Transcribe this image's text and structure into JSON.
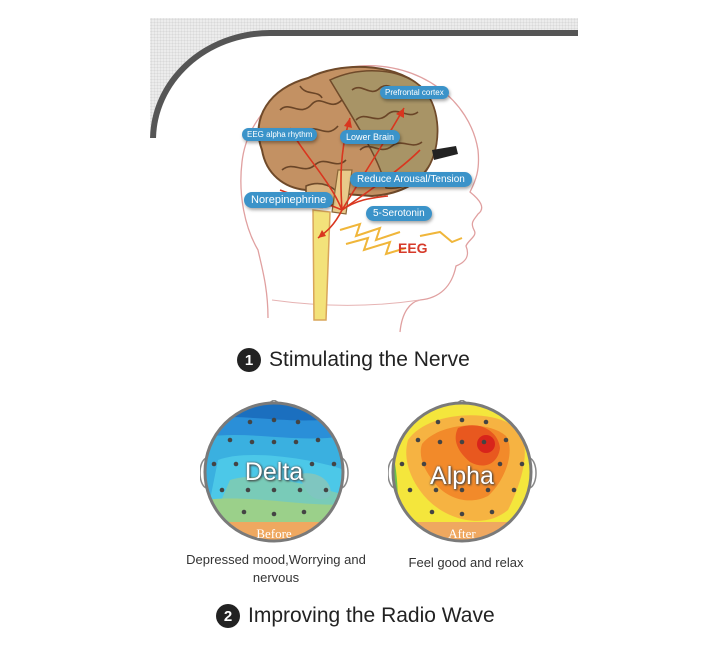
{
  "diagram": {
    "callouts": {
      "prefrontal": "Prefrontal cortex",
      "eeg_alpha": "EEG alpha rhythm",
      "lower_brain": "Lower Brain",
      "reduce_arousal": "Reduce Arousal/Tension",
      "norepinephrine": "Norepinephrine",
      "serotonin": "5-Serotonin"
    },
    "eeg_label": "EEG"
  },
  "step1": {
    "number": "1",
    "title": "Stimulating the Nerve"
  },
  "maps": {
    "before": {
      "wave": "Delta",
      "band": "Before",
      "caption": "Depressed mood,Worrying and nervous"
    },
    "after": {
      "wave": "Alpha",
      "band": "After",
      "caption": "Feel good and relax"
    }
  },
  "step2": {
    "number": "2",
    "title": "Improving the Radio Wave"
  },
  "colors": {
    "callout": "#3b93c9",
    "eeg_red": "#d63a2a",
    "spine_yellow": "#f3e27a",
    "brain_brown": "#b8865c"
  }
}
